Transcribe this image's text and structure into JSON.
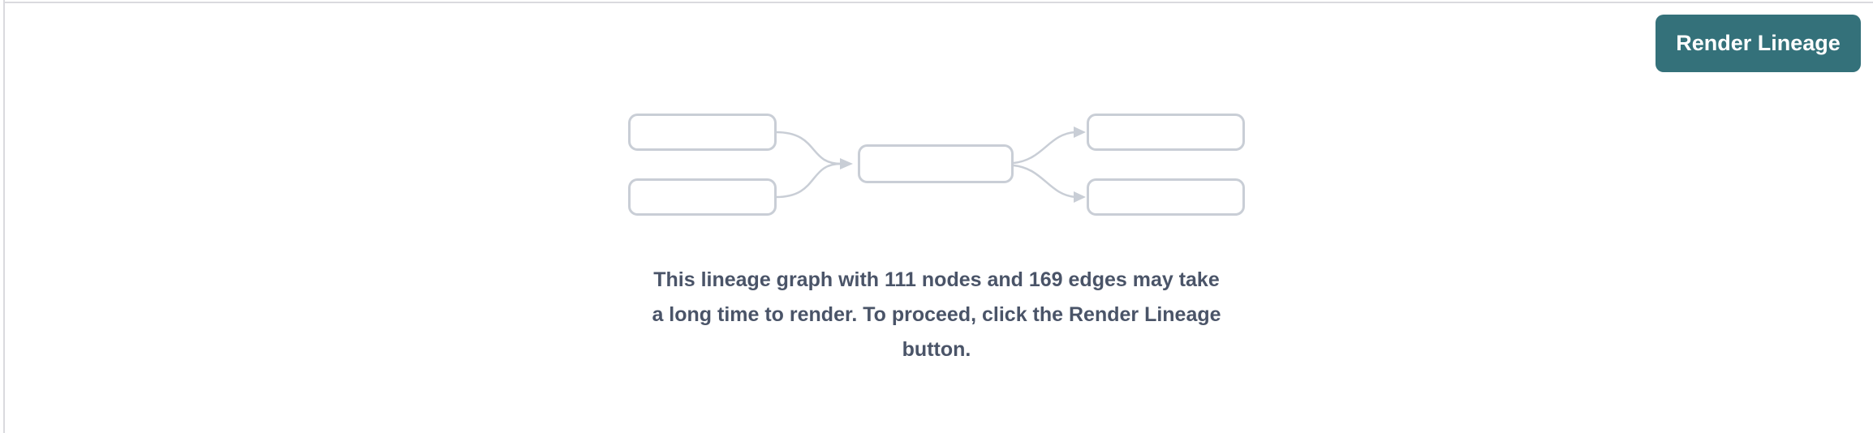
{
  "toolbar": {
    "render_button_label": "Render Lineage"
  },
  "empty_state": {
    "message": "This lineage graph with 111 nodes and 169 edges may take\na long time to render. To proceed, click the Render Lineage\nbutton.",
    "node_count": "111",
    "edge_count": "169"
  },
  "colors": {
    "button_bg": "#34717a",
    "button_text": "#ffffff",
    "message_text": "#4a5468",
    "graphic_stroke": "#c9ced6",
    "panel_border": "#dadade",
    "background": "#ffffff"
  }
}
